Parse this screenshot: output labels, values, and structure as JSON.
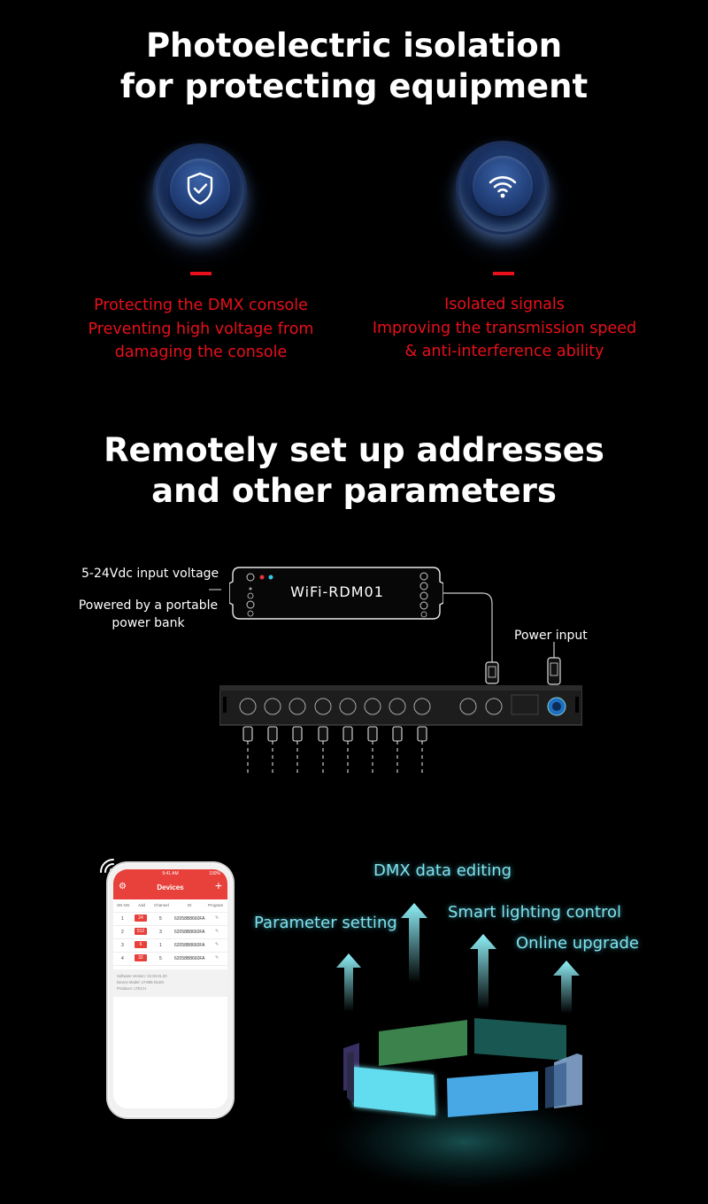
{
  "section1": {
    "title_line1": "Photoelectric isolation",
    "title_line2": "for protecting equipment",
    "feature_left": {
      "icon": "shield-check-icon",
      "line1": "Protecting the DMX console",
      "line2": "Preventing high voltage from",
      "line3": "damaging the console"
    },
    "feature_right": {
      "icon": "wifi-icon",
      "line1": "Isolated signals",
      "line2": "Improving the transmission speed",
      "line3": "& anti-interference ability"
    }
  },
  "section2": {
    "title_line1": "Remotely set up addresses",
    "title_line2": "and other parameters",
    "device_label": "WiFi-RDM01",
    "input_voltage": "5-24Vdc input voltage",
    "power_bank_line1": "Powered by a portable",
    "power_bank_line2": "power bank",
    "power_input": "Power input"
  },
  "phone": {
    "status_time": "9:41 AM",
    "status_battery": "100%",
    "header_title": "Devices",
    "columns": [
      "SN NO.",
      "Add",
      "Channel",
      "ID",
      "Program"
    ],
    "rows": [
      {
        "no": "1",
        "add": "24",
        "channel": "5",
        "id": "62058B8660FA"
      },
      {
        "no": "2",
        "add": "512",
        "channel": "3",
        "id": "62058B8660FA"
      },
      {
        "no": "3",
        "add": "6",
        "channel": "1",
        "id": "62058B8660FA"
      },
      {
        "no": "4",
        "add": "32",
        "channel": "5",
        "id": "62058B8660FA"
      }
    ],
    "software_version": "Software Version:  V2.00.01.00",
    "device_model": "Device Model:  LT-895-OLED",
    "producer": "Producer:  LTECH"
  },
  "features": {
    "dmx_data": "DMX data editing",
    "parameter": "Parameter setting",
    "smart": "Smart lighting control",
    "upgrade": "Online upgrade"
  },
  "colors": {
    "accent_red": "#e8101a",
    "phone_red": "#e8403a",
    "glow_cyan": "#7fe3ee"
  }
}
